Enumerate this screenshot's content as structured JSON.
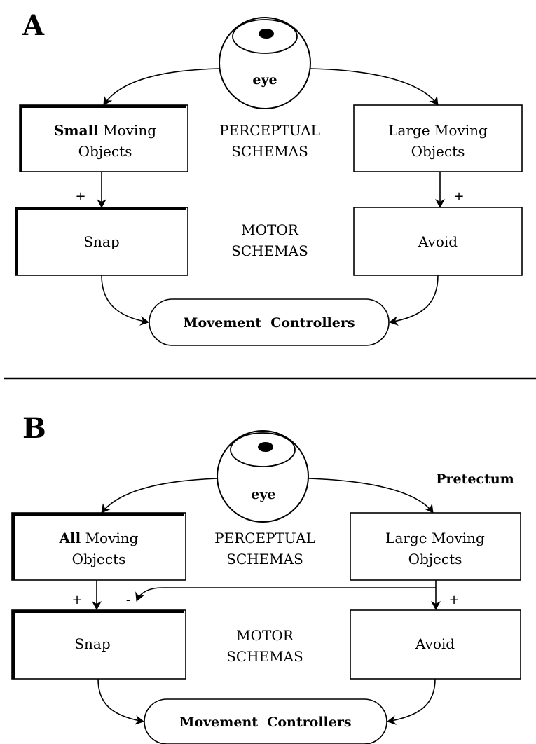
{
  "panels": [
    {
      "letter": "A",
      "eye_label": "eye",
      "left_perceptual": {
        "line1_bold": "Small",
        "line1_rest": " Moving",
        "line2": "Objects"
      },
      "perceptual_schemas": {
        "line1": "PERCEPTUAL",
        "line2": "SCHEMAS"
      },
      "right_perceptual": {
        "line1": "Large Moving",
        "line2": "Objects"
      },
      "left_sign": "+",
      "right_sign": "+",
      "left_motor": "Snap",
      "motor_schemas": {
        "line1": "MOTOR",
        "line2": "SCHEMAS"
      },
      "right_motor": "Avoid",
      "controllers": "Movement  Controllers"
    },
    {
      "letter": "B",
      "eye_label": "eye",
      "pretectum": "Pretectum",
      "left_perceptual": {
        "line1_bold": "All",
        "line1_rest": " Moving",
        "line2": "Objects"
      },
      "perceptual_schemas": {
        "line1": "PERCEPTUAL",
        "line2": "SCHEMAS"
      },
      "right_perceptual": {
        "line1": "Large Moving",
        "line2": "Objects"
      },
      "left_sign": "+",
      "inhibit_sign": "-",
      "right_sign": "+",
      "left_motor": "Snap",
      "motor_schemas": {
        "line1": "MOTOR",
        "line2": "SCHEMAS"
      },
      "right_motor": "Avoid",
      "controllers": "Movement  Controllers"
    }
  ]
}
